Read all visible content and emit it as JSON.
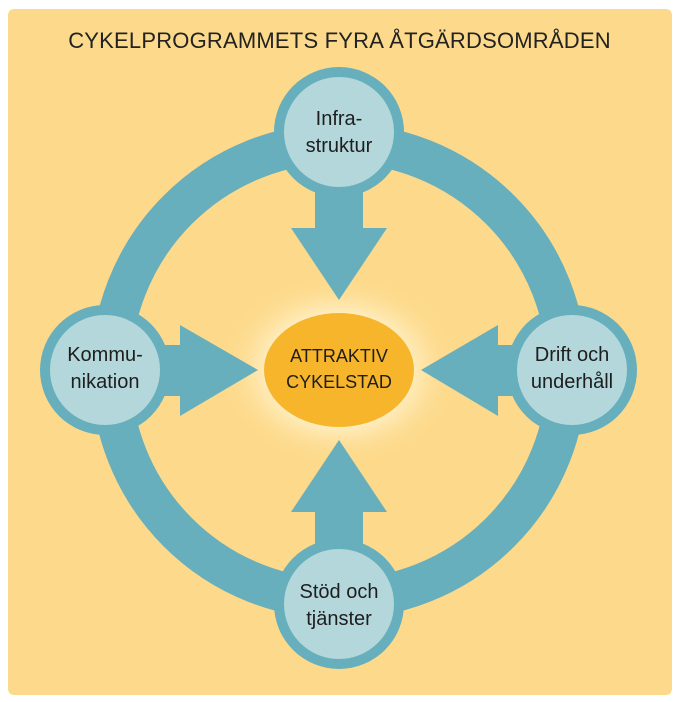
{
  "title": "CYKELPROGRAMMETS FYRA ÅTGÄRDSOMRÅDEN",
  "center": {
    "line1": "ATTRAKTIV",
    "line2": "CYKELSTAD"
  },
  "nodes": {
    "top": {
      "line1": "Infra-",
      "line2": "struktur"
    },
    "right": {
      "line1": "Drift och",
      "line2": "underhåll"
    },
    "bottom": {
      "line1": "Stöd och",
      "line2": "tjänster"
    },
    "left": {
      "line1": "Kommu-",
      "line2": "nikation"
    }
  },
  "colors": {
    "background": "#fdda8b",
    "ring": "#67afbc",
    "node_fill": "#b3d7db",
    "center_fill": "#f7b52c",
    "text": "#1e1e1e"
  }
}
